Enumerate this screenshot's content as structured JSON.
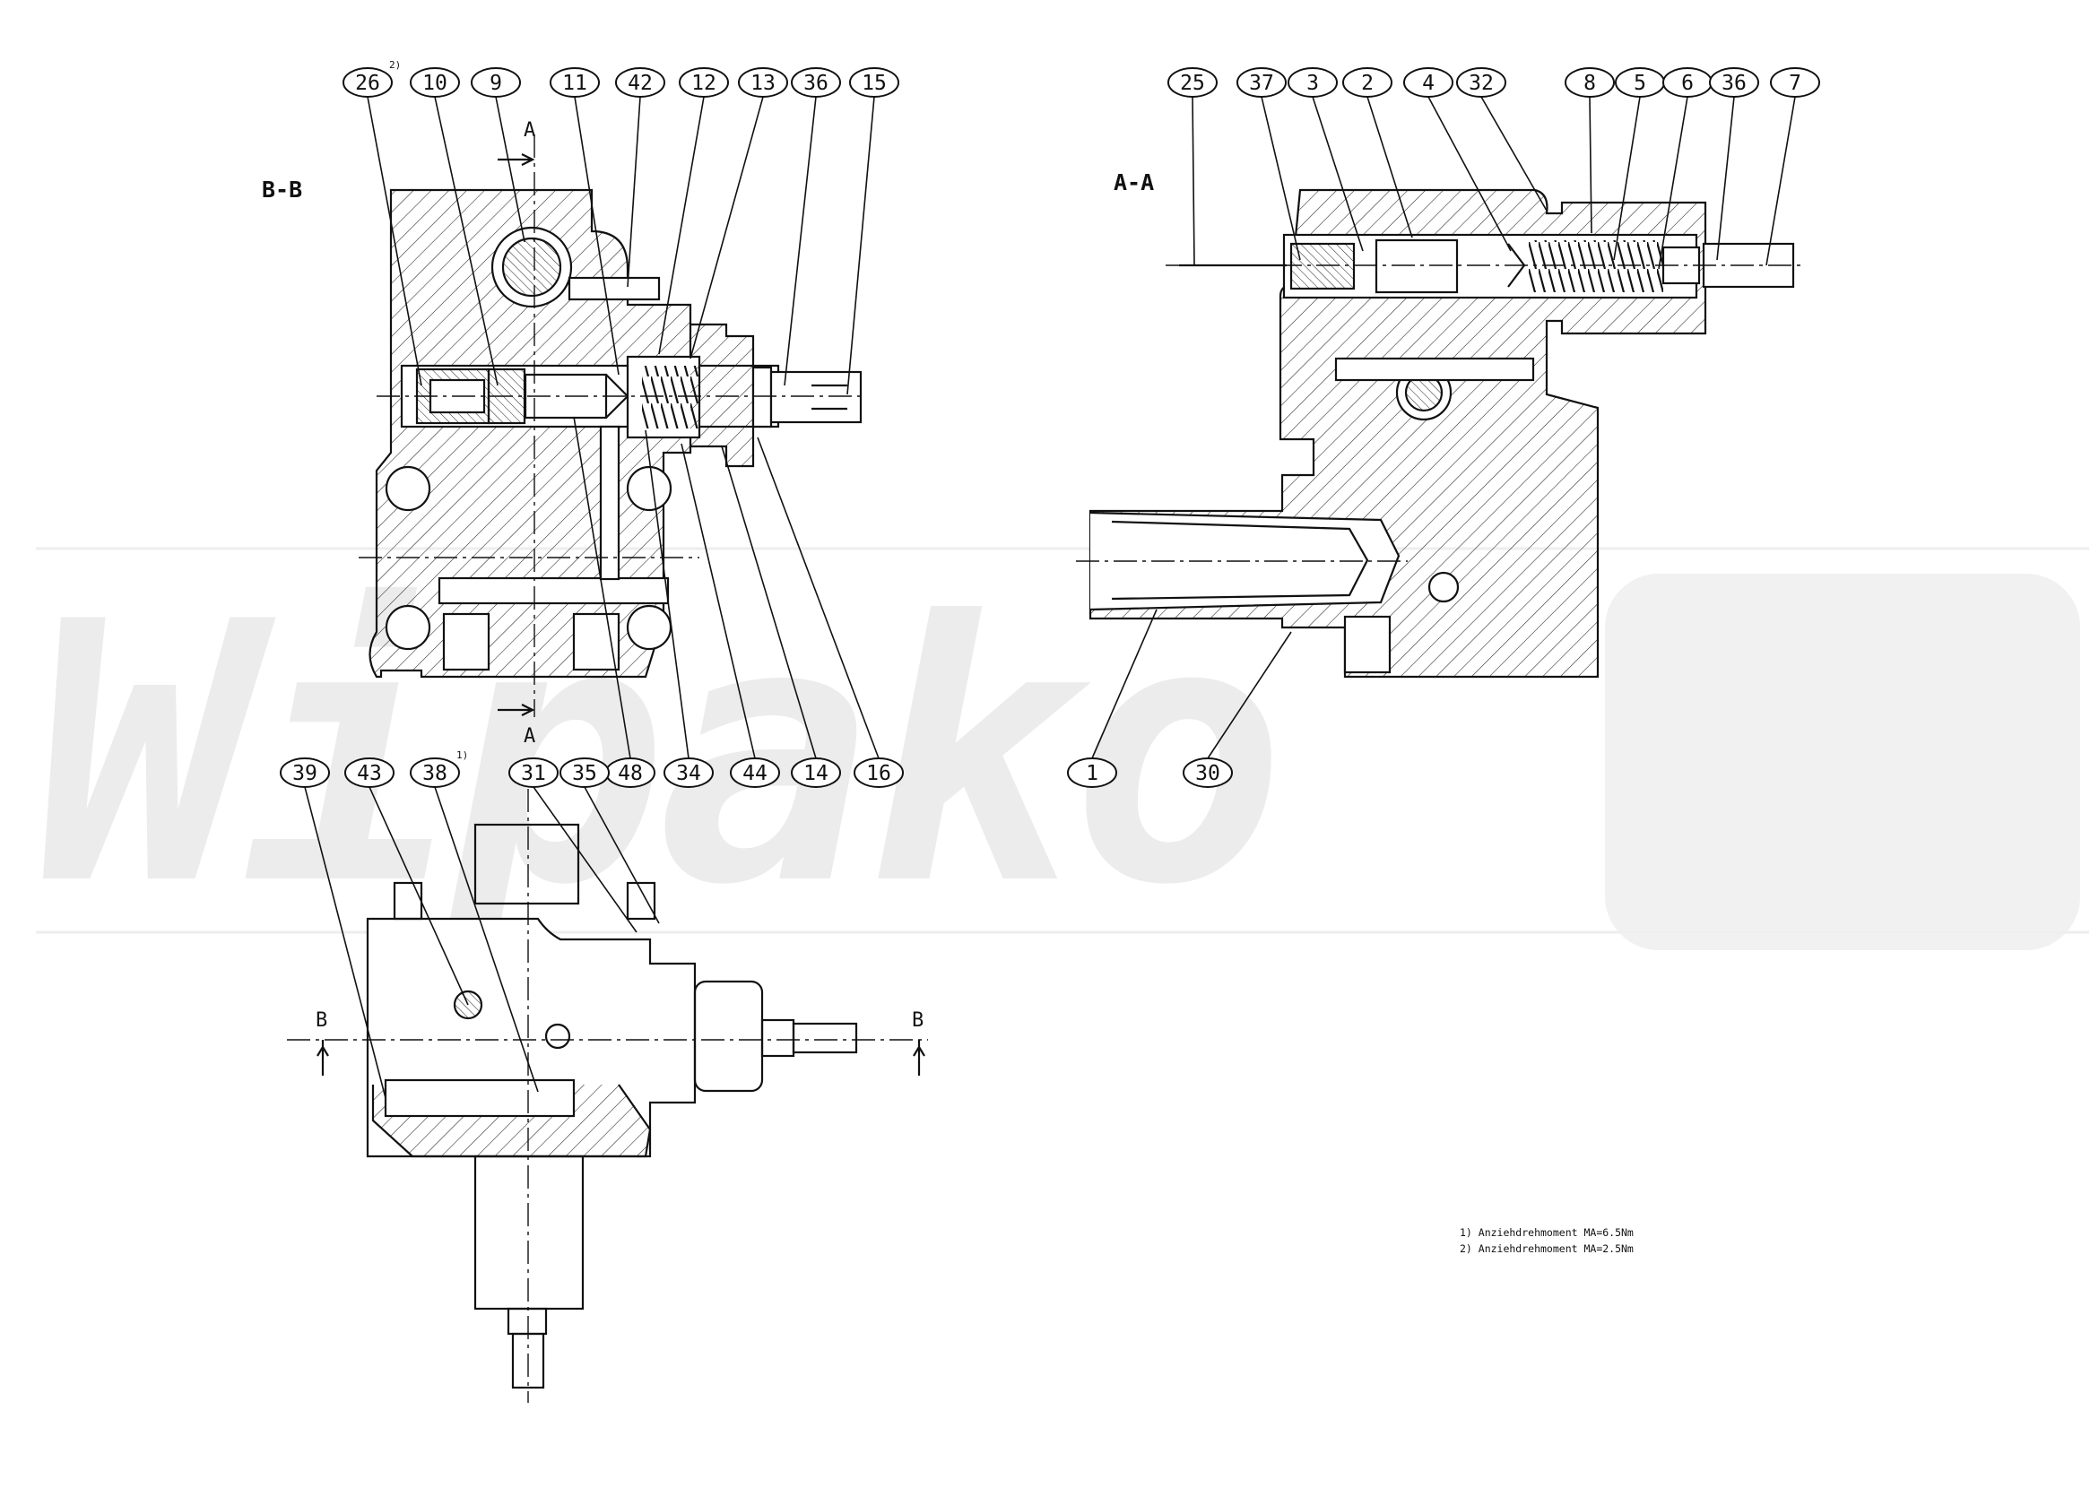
{
  "watermark": "Wipako",
  "views": {
    "bb": {
      "title": "B-B",
      "top_callouts": [
        {
          "n": "26",
          "sup": "2)"
        },
        {
          "n": "10"
        },
        {
          "n": "9"
        },
        {
          "n": "11"
        },
        {
          "n": "42"
        },
        {
          "n": "12"
        },
        {
          "n": "13"
        },
        {
          "n": "36"
        },
        {
          "n": "15"
        }
      ],
      "bottom_callouts": [
        {
          "n": "48"
        },
        {
          "n": "34"
        },
        {
          "n": "44"
        },
        {
          "n": "14"
        },
        {
          "n": "16"
        }
      ],
      "section_mark": "A"
    },
    "aa": {
      "title": "A-A",
      "top_callouts": [
        {
          "n": "25"
        },
        {
          "n": "37"
        },
        {
          "n": "3"
        },
        {
          "n": "2"
        },
        {
          "n": "4"
        },
        {
          "n": "32"
        },
        {
          "n": "8"
        },
        {
          "n": "5"
        },
        {
          "n": "6"
        },
        {
          "n": "36"
        },
        {
          "n": "7"
        }
      ],
      "bottom_callouts": [
        {
          "n": "1"
        },
        {
          "n": "30"
        }
      ]
    },
    "front": {
      "top_callouts": [
        {
          "n": "39"
        },
        {
          "n": "43"
        },
        {
          "n": "38",
          "sup": "1)"
        },
        {
          "n": "31"
        },
        {
          "n": "35"
        }
      ],
      "section_mark": "B"
    }
  },
  "notes": [
    "1) Anziehdrehmoment MA=6.5Nm",
    "2) Anziehdrehmoment MA=2.5Nm"
  ],
  "colors": {
    "ink": "#111111",
    "watermark": "#ececec",
    "background": "#ffffff"
  }
}
